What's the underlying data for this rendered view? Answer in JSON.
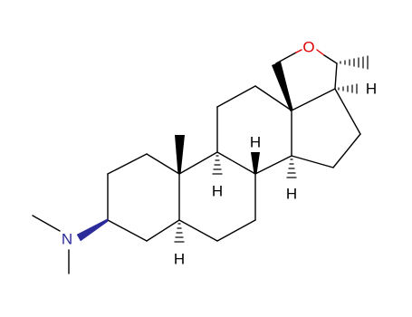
{
  "molecule": {
    "atoms": {
      "oxygen": "O",
      "nitrogen": "N",
      "hydrogen_c14": "H",
      "hydrogen_c9": "H",
      "hydrogen_c8": "H",
      "hydrogen_c17": "H",
      "hydrogen_c5": "H"
    },
    "colors": {
      "bond": "#000000",
      "oxygen": "#e00000",
      "nitrogen": "#2b2b9a"
    }
  }
}
